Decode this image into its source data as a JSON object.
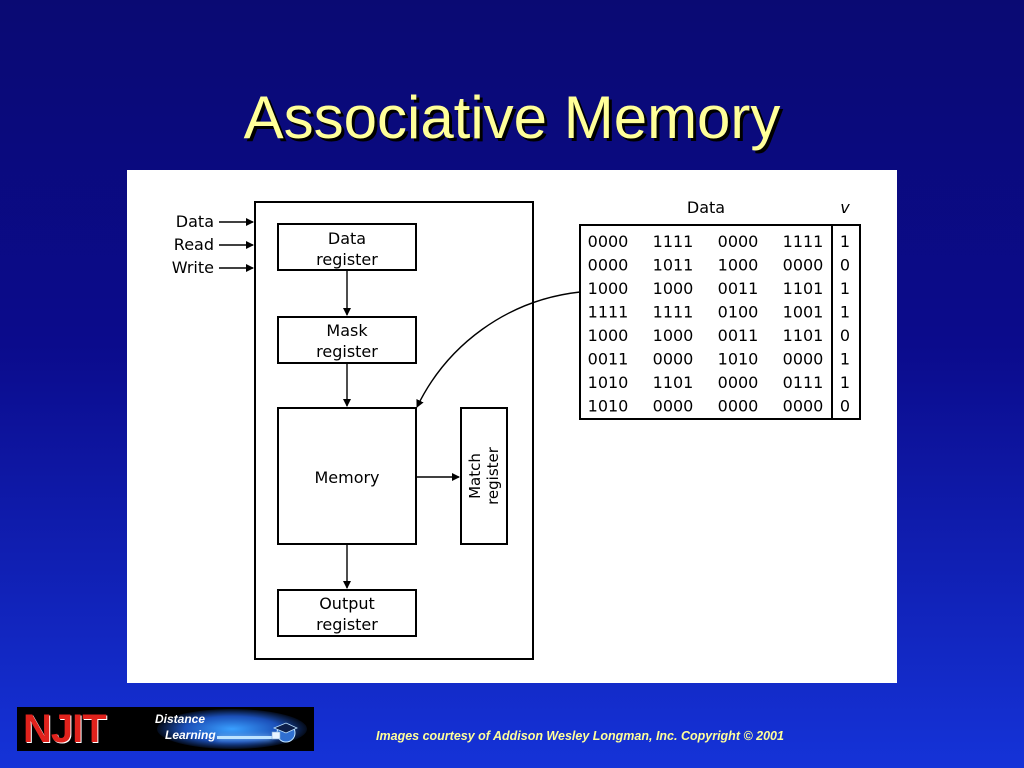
{
  "slide": {
    "title": "Associative Memory",
    "credit": "Images courtesy of Addison Wesley Longman, Inc. Copyright © 2001"
  },
  "logo": {
    "brand": "NJIT",
    "line1": "Distance",
    "line2": "Learning",
    "icon": "graduation-cap-icon"
  },
  "diagram": {
    "inputs": [
      "Data",
      "Read",
      "Write"
    ],
    "data_register": [
      "Data",
      "register"
    ],
    "mask_register": [
      "Mask",
      "register"
    ],
    "memory": "Memory",
    "match_register": [
      "Match",
      "register"
    ],
    "output_register": [
      "Output",
      "register"
    ],
    "table": {
      "data_header": "Data",
      "valid_header": "v",
      "rows": [
        {
          "words": [
            "0000",
            "1111",
            "0000",
            "1111"
          ],
          "v": "1"
        },
        {
          "words": [
            "0000",
            "1011",
            "1000",
            "0000"
          ],
          "v": "0"
        },
        {
          "words": [
            "1000",
            "1000",
            "0011",
            "1101"
          ],
          "v": "1"
        },
        {
          "words": [
            "1111",
            "1111",
            "0100",
            "1001"
          ],
          "v": "1"
        },
        {
          "words": [
            "1000",
            "1000",
            "0011",
            "1101"
          ],
          "v": "0"
        },
        {
          "words": [
            "0011",
            "0000",
            "1010",
            "0000"
          ],
          "v": "1"
        },
        {
          "words": [
            "1010",
            "1101",
            "0000",
            "0111"
          ],
          "v": "1"
        },
        {
          "words": [
            "1010",
            "0000",
            "0000",
            "0000"
          ],
          "v": "0"
        }
      ]
    }
  }
}
